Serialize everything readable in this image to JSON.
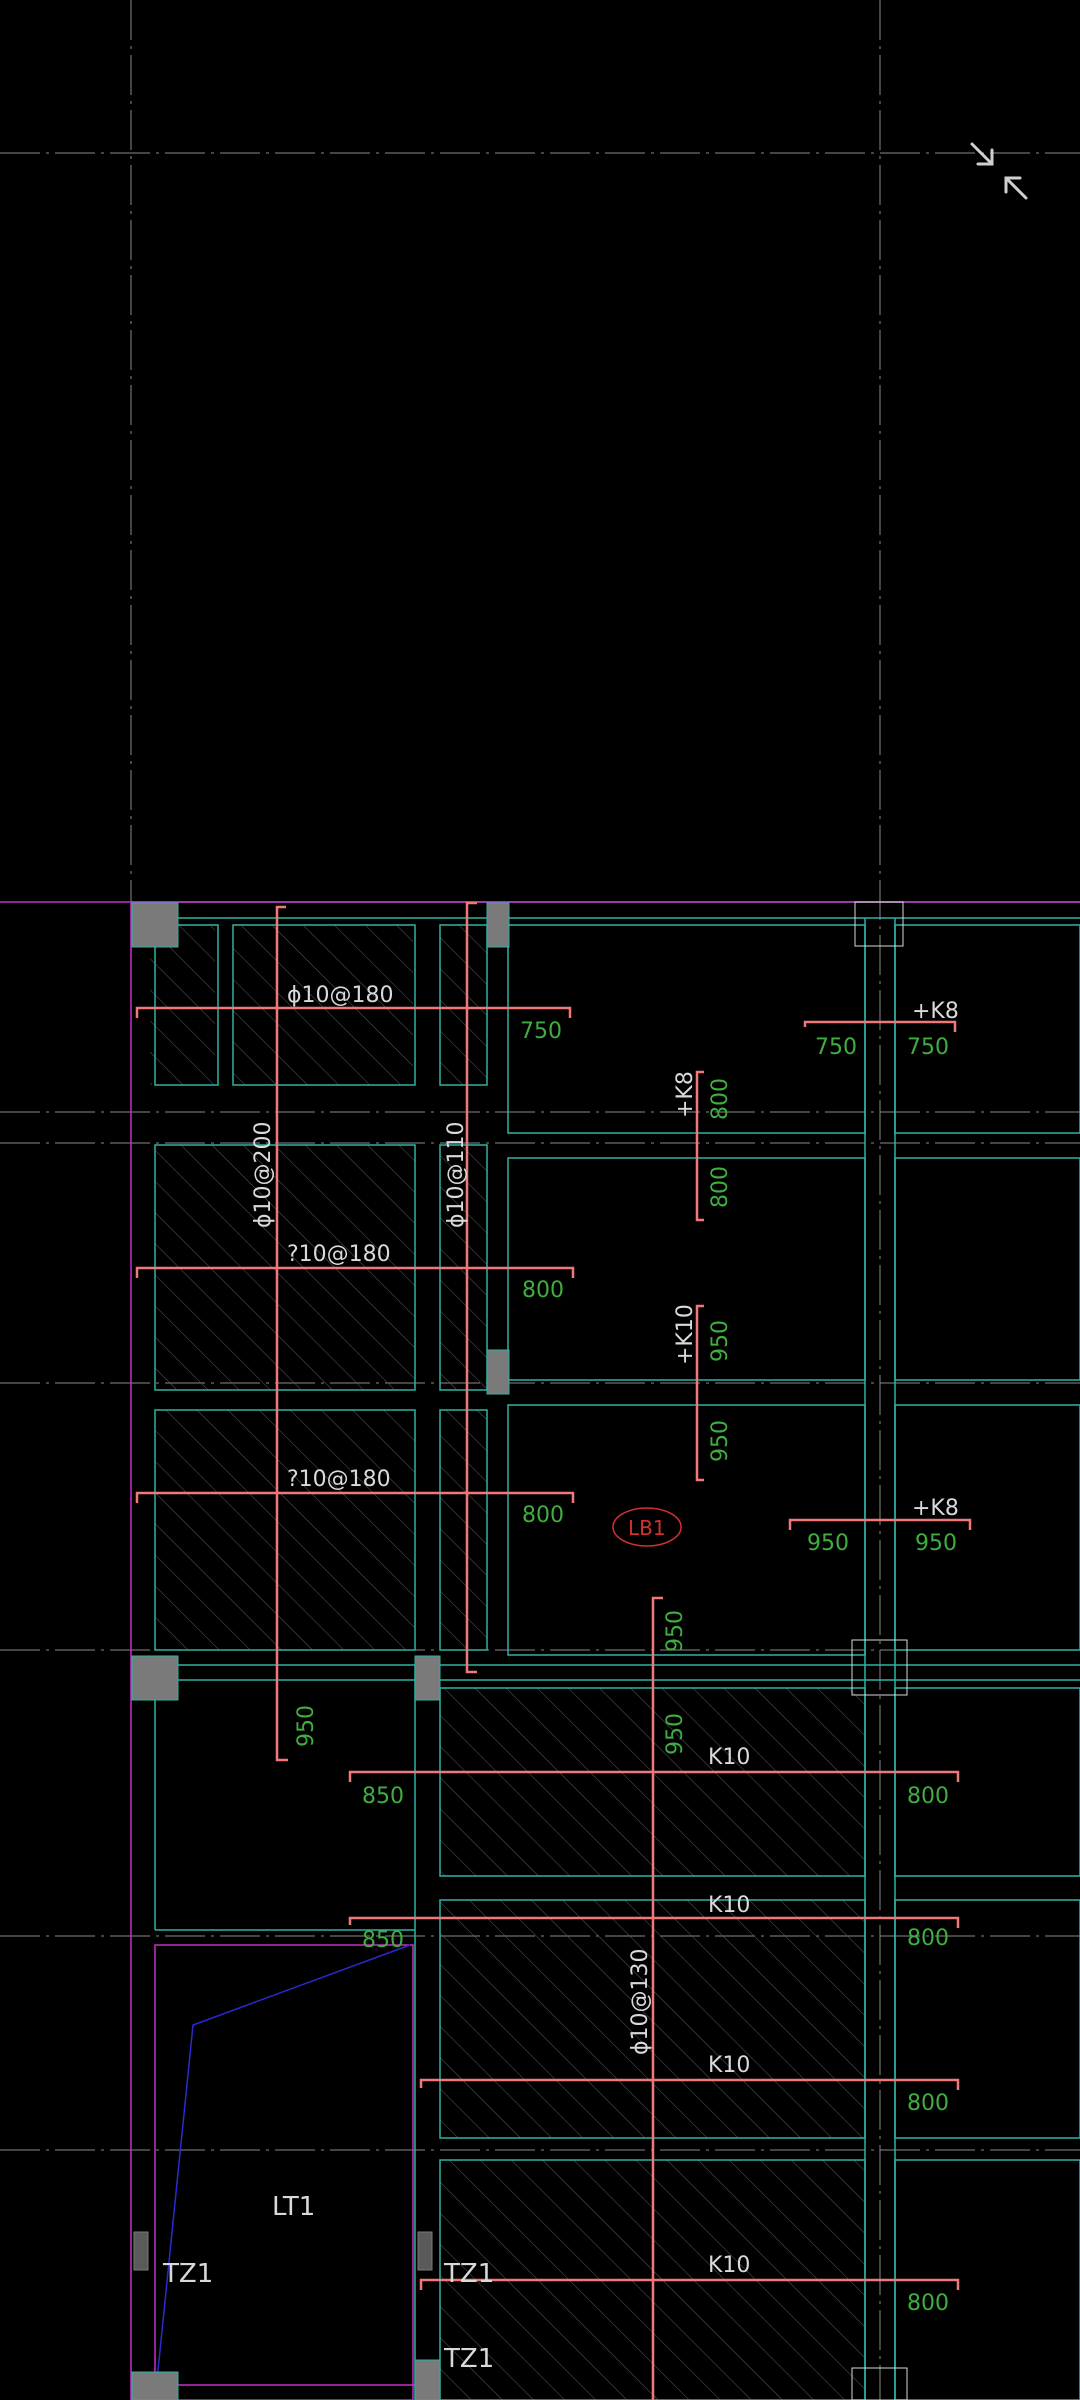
{
  "colors": {
    "background": "#000000",
    "grid": "#8a8a8a",
    "beam": "#2fb3a4",
    "rebar": "#f07878",
    "dim_text": "#3fae3f",
    "white_text": "#d9d9d9",
    "boundary": "#c82fc8",
    "column": "#7a7a7a",
    "blue_line": "#2a2ad0",
    "lb1": "#d43030"
  },
  "controls": {
    "exit_fullscreen_icon": "exit-fullscreen-icon"
  },
  "labels": {
    "top1": "ϕ10@180",
    "row2": "?10@180",
    "row3": "?10@180",
    "vert1": "ϕ10@200",
    "vert2": "ϕ10@110",
    "vert3": "ϕ10@130",
    "k8_a": "+K8",
    "k8_b": "+K8",
    "k8_c": "+K8",
    "k10_v": "+K10",
    "k10_1": "K10",
    "k10_2": "K10",
    "k10_3": "K10",
    "k10_4": "K10",
    "lb1": "LB1",
    "lt1": "LT1",
    "tz1_a": "TZ1",
    "tz1_b": "TZ1",
    "tz1_c": "TZ1"
  },
  "dims": {
    "d750_a": "750",
    "d750_b": "750",
    "d750_c": "750",
    "d800_v1": "800",
    "d800_v2": "800",
    "d800_a": "800",
    "d800_b": "800",
    "d950_v1": "950",
    "d950_v2": "950",
    "d950_a": "950",
    "d950_b": "950",
    "d950_v3": "950",
    "d950_v4": "950",
    "d950_v5": "950",
    "d850_a": "850",
    "d850_b": "850",
    "d800_r1": "800",
    "d800_r2": "800",
    "d800_r3": "800",
    "d800_r4": "800"
  }
}
